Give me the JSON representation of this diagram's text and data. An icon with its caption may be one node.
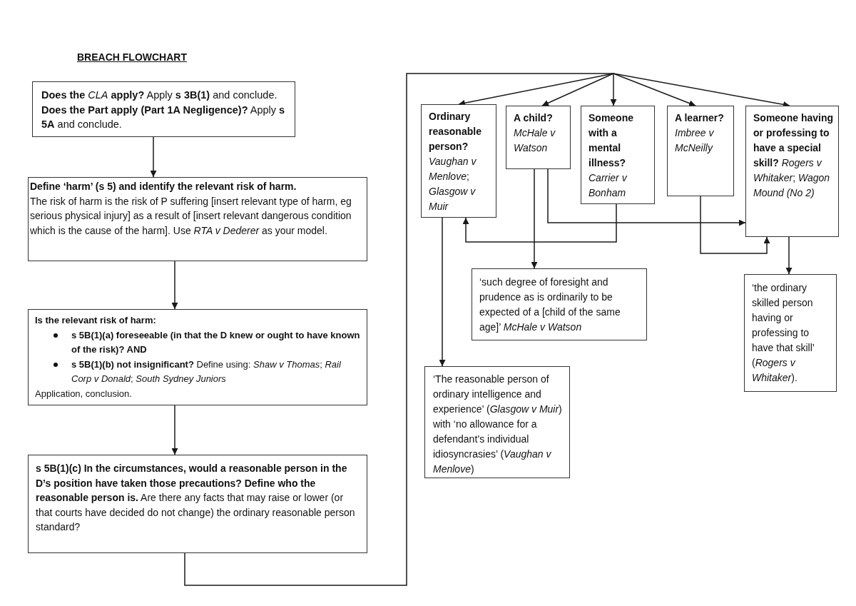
{
  "diagram": {
    "title": "BREACH FLOWCHART",
    "nodes": [
      {
        "text": [
          "**Does the** *CLA* **apply?** Apply **s 3B(1)** and conclude.",
          "**Does the Part apply (Part 1A Negligence)?** Apply **s 5A** and conclude."
        ]
      },
      {
        "text": [
          "Define ‘harm’ (s 5) and identify the relevant risk of harm.",
          "The risk of harm is the risk of P suffering [insert relevant type of harm, eg serious physical injury] as a result of [insert relevant dangerous condition which is the cause of the harm]. Use *RTA v Dederer* as your model."
        ]
      },
      {
        "text": [
          "Is the relevant risk of harm:",
          "s 5B(1)(a) foreseeable (in that the D knew or ought to have known of the risk)? AND",
          "**s 5B(1)(b) not insignificant?** Define using: *Shaw v Thomas*; *Rail Corp v Donald*; *South Sydney Juniors*",
          "Application, conclusion."
        ]
      },
      {
        "text": [
          "**s 5B(1)(c) In the circumstances, would a reasonable person in the D’s position have taken those precautions? Define who the reasonable person is.** Are there any facts that may raise or lower (or that courts have decided do not change) the ordinary reasonable person standard?"
        ]
      },
      {
        "text": [
          "**Ordinary reasonable person?** *Vaughan v Menlove*; *Glasgow v Muir*"
        ]
      },
      {
        "text": [
          "**A child?** *McHale v Watson*"
        ]
      },
      {
        "text": [
          "**Someone with a mental illness?** *Carrier v Bonham*"
        ]
      },
      {
        "text": [
          "**A learner?** *Imbree v McNeilly*"
        ]
      },
      {
        "text": [
          "**Someone having or professing to have a special skill?** *Rogers v Whitaker*; *Wagon Mound (No 2)*"
        ]
      },
      {
        "text": [
          "‘such degree of foresight and prudence as is ordinarily to be expected of a [child of the same age]’ *McHale v Watson*"
        ]
      },
      {
        "text": [
          "‘the ordinary skilled person having or professing to have that skill’ (*Rogers v Whitaker*)."
        ]
      },
      {
        "text": [
          "‘The reasonable person of ordinary intelligence and experience’ (*Glasgow v Muir*) with ‘no allowance for a defendant’s individual idiosyncrasies’ (*Vaughan v Menlove*)"
        ]
      }
    ],
    "edges": [
      {
        "from": 0,
        "to": 1,
        "arrow": "to"
      },
      {
        "from": 1,
        "to": 2,
        "arrow": "to"
      },
      {
        "from": 2,
        "to": 3,
        "arrow": "to"
      },
      {
        "from": 3,
        "to": 4,
        "arrow": "to"
      },
      {
        "from": 3,
        "to": 5,
        "arrow": "to"
      },
      {
        "from": 3,
        "to": 6,
        "arrow": "to"
      },
      {
        "from": 3,
        "to": 7,
        "arrow": "to"
      },
      {
        "from": 3,
        "to": 8,
        "arrow": "to"
      },
      {
        "from": 4,
        "to": 11,
        "arrow": "to"
      },
      {
        "from": 5,
        "to": 9,
        "arrow": "to"
      },
      {
        "from": 8,
        "to": 10,
        "arrow": "to"
      },
      {
        "from": 5,
        "to": 8,
        "arrow": "to"
      },
      {
        "from": 6,
        "to": 4,
        "arrow": "to"
      },
      {
        "from": 7,
        "to": 8,
        "arrow": "to"
      }
    ]
  }
}
